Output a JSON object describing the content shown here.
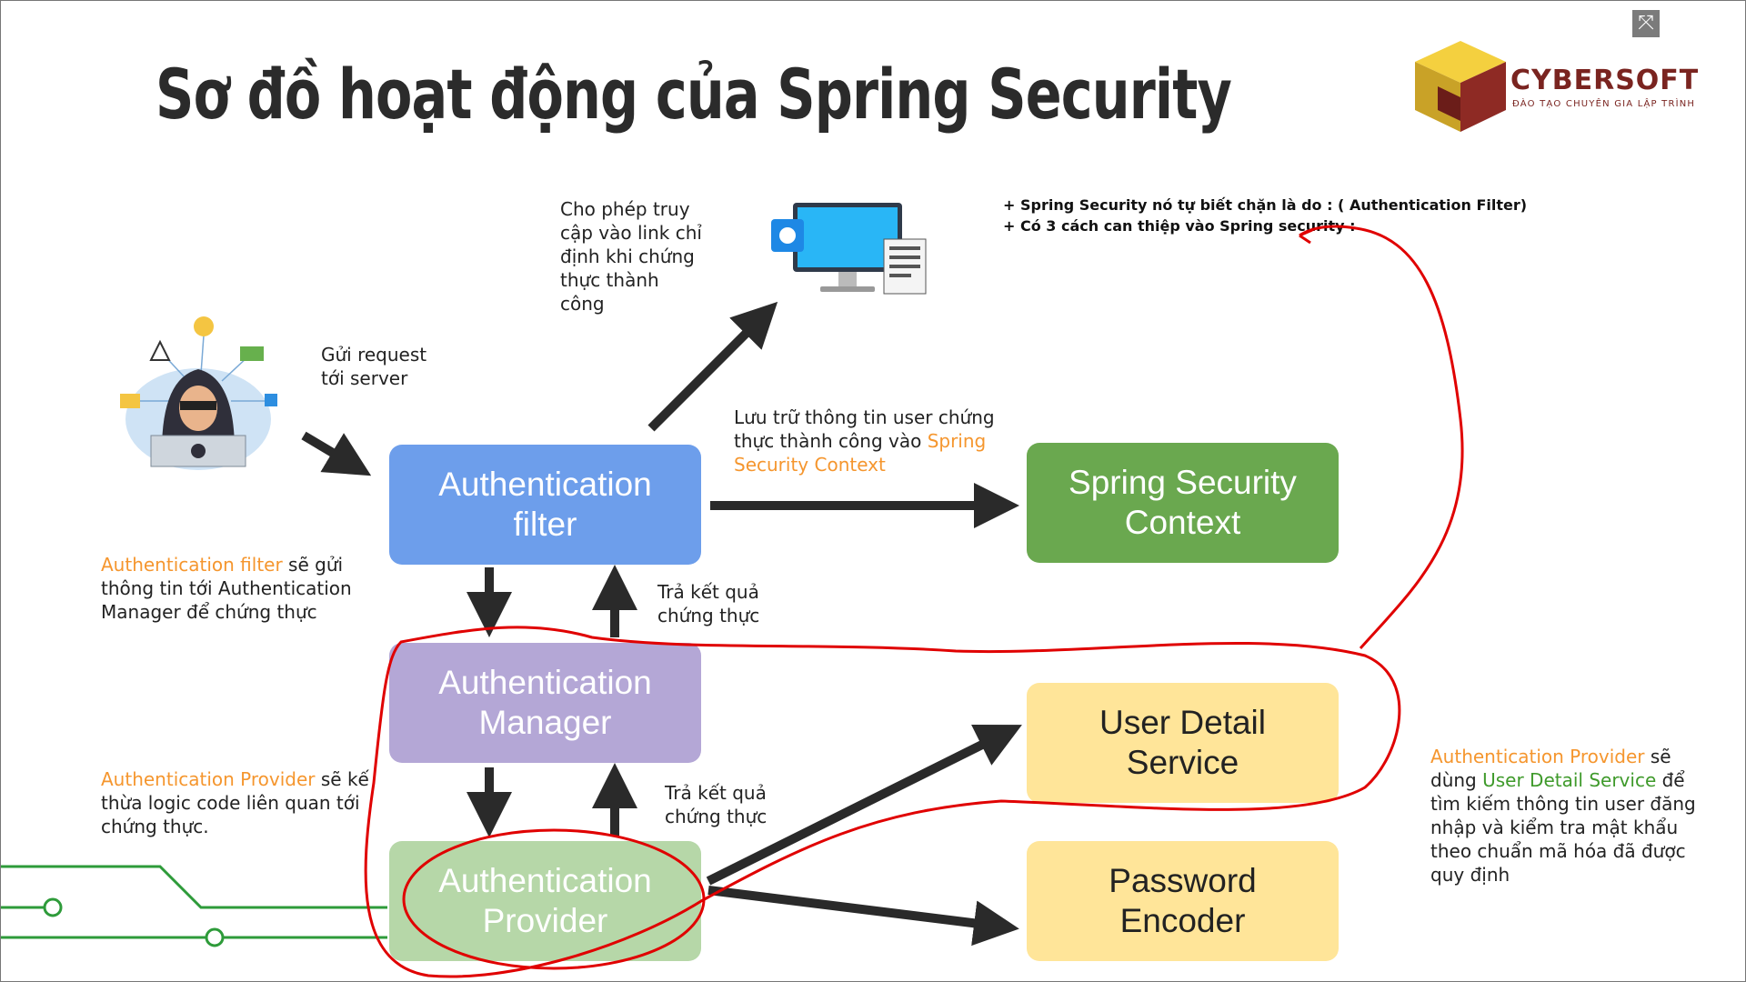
{
  "title": "Sơ đồ hoạt động của Spring Security",
  "brand": {
    "name": "CYBERSOFT",
    "tagline": "ĐÀO TẠO CHUYÊN GIA LẬP TRÌNH"
  },
  "boxes": {
    "auth_filter": "Authentication\nfilter",
    "security_context": "Spring Security\nContext",
    "auth_manager": "Authentication\nManager",
    "auth_provider": "Authentication\nProvider",
    "user_detail_service": "User Detail\nService",
    "password_encoder": "Password\nEncoder"
  },
  "labels": {
    "send_request": "Gửi request\ntới server",
    "allow_access": "Cho phép truy\ncập vào link chỉ\nđịnh khi chứng\nthực thành\ncông",
    "store_prefix": "Lưu trữ thông tin user chứng\nthực thành công vào ",
    "store_highlight": "Spring\nSecurity Context",
    "result_1": "Trả kết quả\nchứng thực",
    "result_2": "Trả kết quả\nchứng thực",
    "filter_note_highlight": "Authentication filter",
    "filter_note_rest": " sẽ gửi\nthông tin tới Authentication\nManager để chứng thực",
    "provider_note_highlight": "Authentication Provider",
    "provider_note_rest": " sẽ kế\nthừa logic code liên  quan tới\nchứng thực.",
    "right_note_part1": "Authentication Provider",
    "right_note_part2": " sẽ\ndùng ",
    "right_note_part3": "User Detail Service",
    "right_note_part4": " để\ntìm kiếm thông tin user đăng\nnhập và kiểm tra mật khẩu\ntheo chuẩn mã hóa đã được\nquy định"
  },
  "top_note": "+ Spring Security nó tự biết chặn là do : ( Authentication Filter)\n+ Có 3 cách can thiệp vào Spring security :",
  "icons": [
    "hacker-icon",
    "monitor-icon",
    "expand-icon",
    "cybersoft-logo-icon"
  ],
  "colors": {
    "blue_box": "#6d9eeb",
    "green_box": "#6aa84f",
    "purple_box": "#b4a7d6",
    "light_green_box": "#b6d7a8",
    "yellow_box": "#ffe599",
    "orange_text": "#f5962e",
    "annotation_red": "#e00000",
    "circuit_green": "#2e9b3a"
  }
}
